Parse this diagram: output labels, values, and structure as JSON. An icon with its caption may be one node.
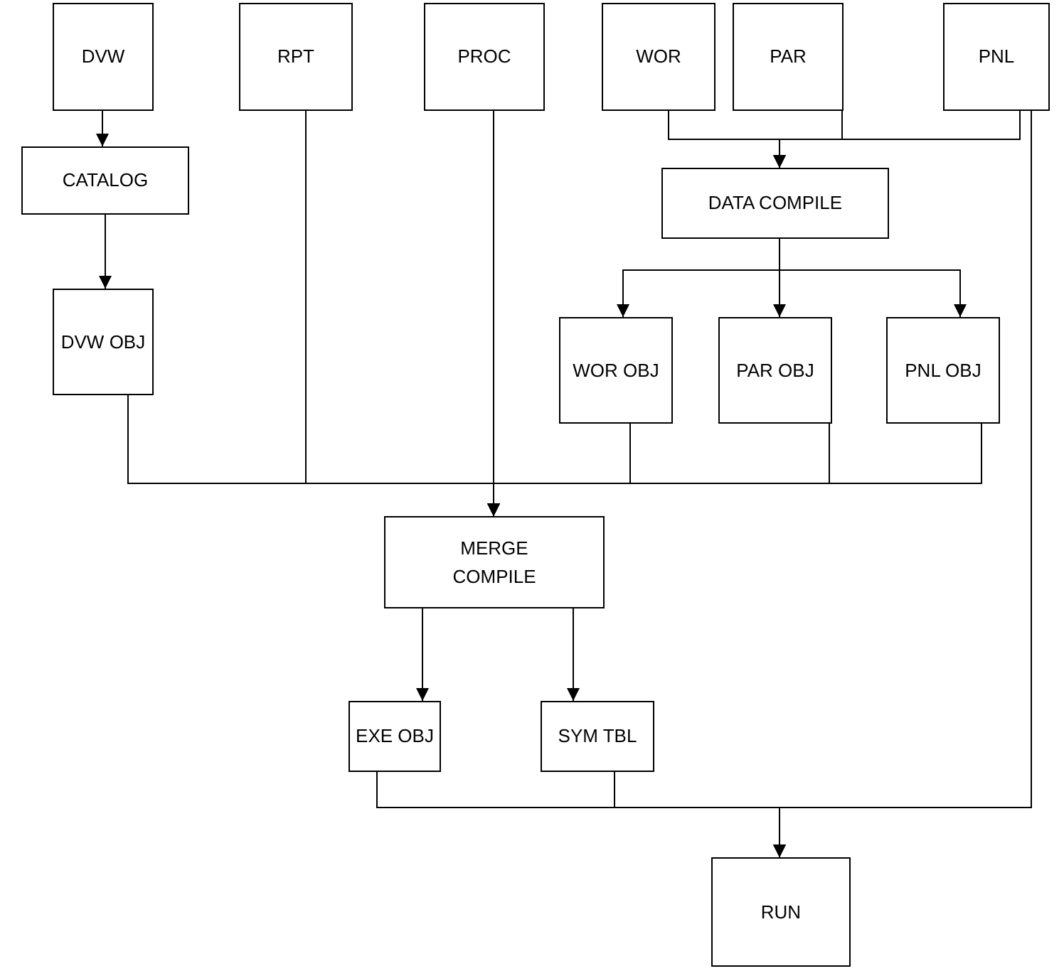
{
  "diagram": {
    "nodes": [
      {
        "text": [
          "DVW"
        ]
      },
      {
        "text": [
          "RPT"
        ]
      },
      {
        "text": [
          "PROC"
        ]
      },
      {
        "text": [
          "WOR"
        ]
      },
      {
        "text": [
          "PAR"
        ]
      },
      {
        "text": [
          "PNL"
        ]
      },
      {
        "text": [
          "CATALOG"
        ]
      },
      {
        "text": [
          "DATA COMPILE"
        ]
      },
      {
        "text": [
          "DVW OBJ"
        ]
      },
      {
        "text": [
          "WOR OBJ"
        ]
      },
      {
        "text": [
          "PAR OBJ"
        ]
      },
      {
        "text": [
          "PNL OBJ"
        ]
      },
      {
        "text": [
          "MERGE COMPILE"
        ]
      },
      {
        "text": [
          "EXE OBJ"
        ]
      },
      {
        "text": [
          "SYM TBL"
        ]
      },
      {
        "text": [
          "RUN"
        ]
      }
    ],
    "edges": [
      {
        "from": 0,
        "to": 6,
        "arrow": "to"
      },
      {
        "from": 6,
        "to": 8,
        "arrow": "to"
      },
      {
        "from": 3,
        "to": 7,
        "arrow": "to"
      },
      {
        "from": 4,
        "to": 7,
        "arrow": "to"
      },
      {
        "from": 5,
        "to": 7,
        "arrow": "to"
      },
      {
        "from": 7,
        "to": 9,
        "arrow": "to"
      },
      {
        "from": 7,
        "to": 10,
        "arrow": "to"
      },
      {
        "from": 7,
        "to": 11,
        "arrow": "to"
      },
      {
        "from": 8,
        "to": 12,
        "arrow": "to"
      },
      {
        "from": 1,
        "to": 12,
        "arrow": "to"
      },
      {
        "from": 2,
        "to": 12,
        "arrow": "to"
      },
      {
        "from": 9,
        "to": 12,
        "arrow": "to"
      },
      {
        "from": 10,
        "to": 12,
        "arrow": "to"
      },
      {
        "from": 11,
        "to": 12,
        "arrow": "to"
      },
      {
        "from": 12,
        "to": 13,
        "arrow": "to"
      },
      {
        "from": 12,
        "to": 14,
        "arrow": "to"
      },
      {
        "from": 13,
        "to": 15,
        "arrow": "to"
      },
      {
        "from": 14,
        "to": 15,
        "arrow": "to"
      },
      {
        "from": 5,
        "to": 15,
        "arrow": "to"
      }
    ]
  }
}
